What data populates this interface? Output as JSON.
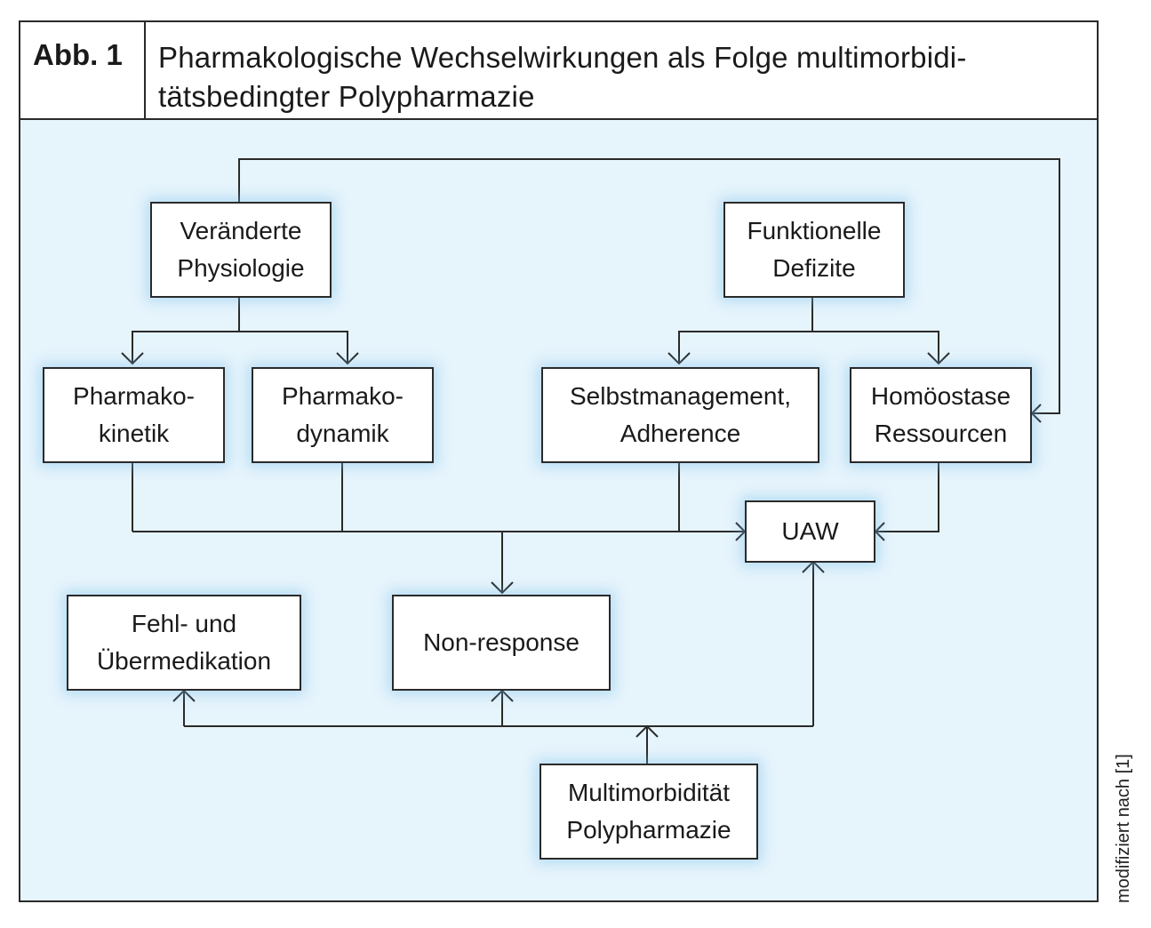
{
  "figure": {
    "label": "Abb. 1",
    "title": "Pharmakologische Wechselwirkungen als Folge multimorbidi-\ntätsbedingter Polypharmazie",
    "source_note": "modifiziert nach [1]"
  },
  "colors": {
    "panel_background": "#e6f4fc",
    "line": "#2a2a2a",
    "box_glow": "#78bee6"
  },
  "nodes": {
    "veraenderte_physiologie": "Veränderte\nPhysiologie",
    "funktionelle_defizite": "Funktionelle\nDefizite",
    "pharmakokinetik": "Pharmako-\nkinetik",
    "pharmakodynamik": "Pharmako-\ndynamik",
    "selbstmanagement": "Selbstmanagement,\nAdherence",
    "homoeostase": "Homöostase\nRessourcen",
    "uaw": "UAW",
    "fehlmedikation": "Fehl- und\nÜbermedikation",
    "non_response": "Non-response",
    "multimorbiditaet": "Multimorbidität\nPolypharmazie"
  },
  "edges": [
    [
      "Veränderte Physiologie",
      "Pharmakokinetik"
    ],
    [
      "Veränderte Physiologie",
      "Pharmakodynamik"
    ],
    [
      "Veränderte Physiologie",
      "Homöostase Ressourcen"
    ],
    [
      "Funktionelle Defizite",
      "Selbstmanagement, Adherence"
    ],
    [
      "Funktionelle Defizite",
      "Homöostase Ressourcen"
    ],
    [
      "Pharmakokinetik",
      "UAW"
    ],
    [
      "Pharmakodynamik",
      "UAW"
    ],
    [
      "Selbstmanagement, Adherence",
      "UAW"
    ],
    [
      "Homöostase Ressourcen",
      "UAW"
    ],
    [
      "Pharmakokinetik / Pharmakodynamik / Selbstmanagement",
      "Non-response"
    ],
    [
      "Multimorbidität Polypharmazie",
      "Fehl- und Übermedikation"
    ],
    [
      "Multimorbidität Polypharmazie",
      "Non-response"
    ],
    [
      "Multimorbidität Polypharmazie",
      "UAW"
    ]
  ]
}
